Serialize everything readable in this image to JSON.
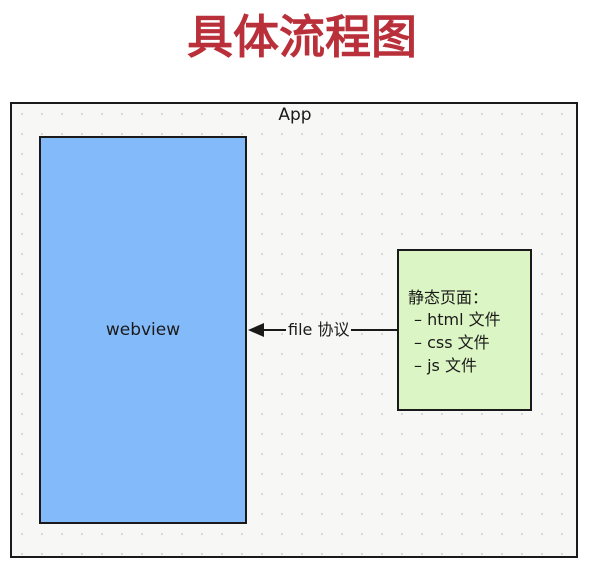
{
  "title": "具体流程图",
  "app": {
    "label": "App"
  },
  "webview": {
    "label": "webview"
  },
  "static_page": {
    "title": "静态页面：",
    "items": [
      "– html 文件",
      "– css 文件",
      "– js 文件"
    ]
  },
  "arrow": {
    "label": "file 协议"
  },
  "colors": {
    "title": "#b9303a",
    "webview_fill": "#83baf9",
    "static_fill": "#dcf5c4",
    "border": "#1a1a1a"
  }
}
